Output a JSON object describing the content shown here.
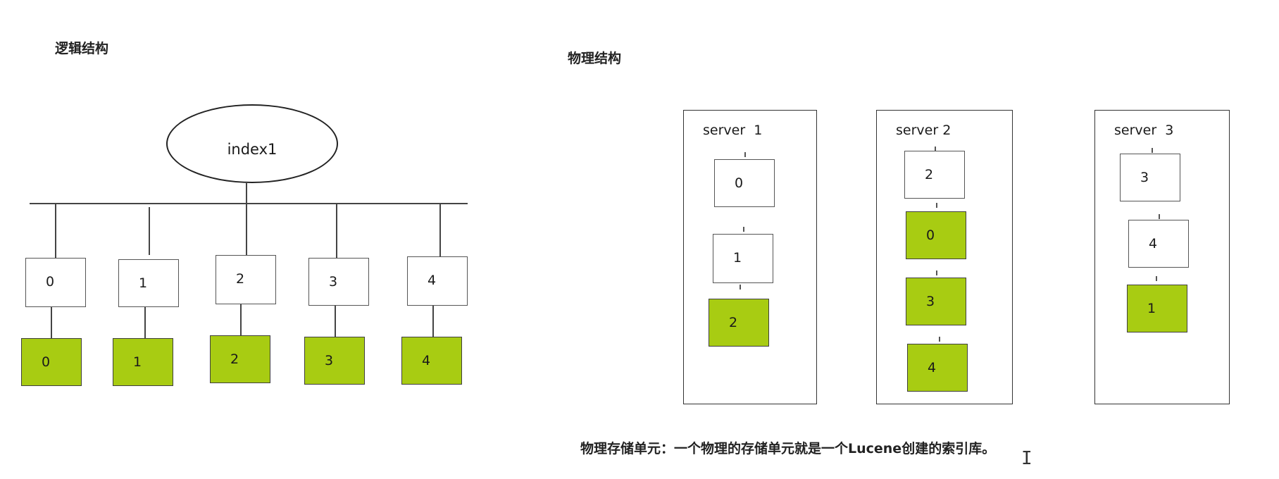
{
  "logical": {
    "heading": "逻辑结构",
    "root_label": "index1",
    "primary_shards": [
      "0",
      "1",
      "2",
      "3",
      "4"
    ],
    "replica_shards": [
      "0",
      "1",
      "2",
      "3",
      "4"
    ]
  },
  "physical": {
    "heading": "物理结构",
    "servers": [
      {
        "name": "server",
        "number": "1",
        "shards": [
          {
            "label": "0",
            "replica": false
          },
          {
            "label": "1",
            "replica": false
          },
          {
            "label": "2",
            "replica": true
          }
        ]
      },
      {
        "name": "server",
        "number": "2",
        "shards": [
          {
            "label": "2",
            "replica": false
          },
          {
            "label": "0",
            "replica": true
          },
          {
            "label": "3",
            "replica": true
          },
          {
            "label": "4",
            "replica": true
          }
        ]
      },
      {
        "name": "server",
        "number": "3",
        "shards": [
          {
            "label": "3",
            "replica": false
          },
          {
            "label": "4",
            "replica": false
          },
          {
            "label": "1",
            "replica": true
          }
        ]
      }
    ],
    "caption": "物理存储单元：一个物理的存储单元就是一个Lucene创建的索引库。"
  },
  "colors": {
    "replica_fill": "#a8cc12",
    "primary_fill": "#ffffff",
    "line": "#444444"
  }
}
